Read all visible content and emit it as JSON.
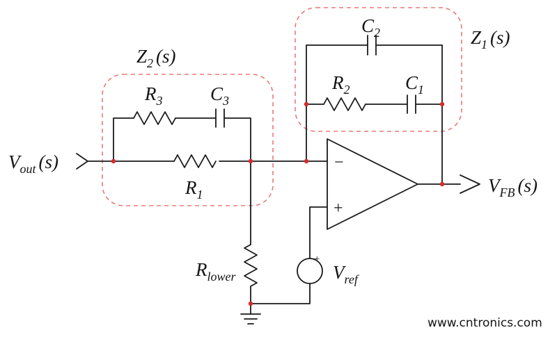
{
  "watermark": "www.cntronics.com",
  "labels": {
    "vout": {
      "main": "V",
      "sub": "out",
      "paren": "(s)"
    },
    "z2": {
      "main": "Z",
      "sub": "2",
      "paren": "(s)"
    },
    "r3": {
      "main": "R",
      "sub": "3"
    },
    "c3": {
      "main": "C",
      "sub": "3"
    },
    "r1": {
      "main": "R",
      "sub": "1"
    },
    "c2": {
      "main": "C",
      "sub": "2"
    },
    "z1": {
      "main": "Z",
      "sub": "1",
      "paren": "(s)"
    },
    "r2": {
      "main": "R",
      "sub": "2"
    },
    "c1": {
      "main": "C",
      "sub": "1"
    },
    "rlower": {
      "main": "R",
      "sub": "lower"
    },
    "vref": {
      "main": "V",
      "sub": "ref"
    },
    "vfb": {
      "main": "V",
      "sub": "FB",
      "paren": "(s)"
    }
  },
  "opamp": {
    "minus": "−",
    "plus": "+"
  },
  "source": {
    "plus": "+"
  },
  "colors": {
    "wire": "#1a1a1a",
    "node": "#d62b2b",
    "box": "#e87a7a",
    "watermark": "#b2d45f"
  }
}
